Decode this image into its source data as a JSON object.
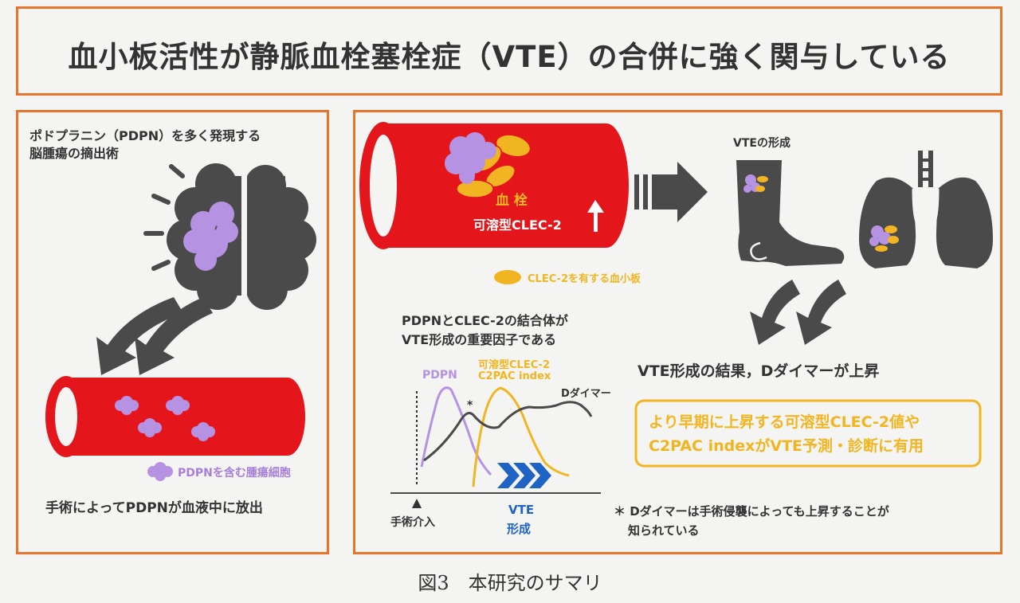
{
  "title": "血小板活性が静脈血栓塞栓症（VTE）の合併に強く関与している",
  "left_panel": {
    "heading_line1": "ポドプラニン（PDPN）を多く発現する",
    "heading_line2": "脳腫瘍の摘出術",
    "legend_cells": "PDPNを含む腫瘍細胞",
    "footer": "手術によってPDPNが血液中に放出"
  },
  "right_panel": {
    "clot_label": "血 栓",
    "soluble_label": "可溶型CLEC-2",
    "platelet_legend": "CLEC-2を有する血小板",
    "vte_formation_title": "VTEの形成",
    "complex_line1": "PDPNとCLEC-2の結合体が",
    "complex_line2": "VTE形成の重要因子である",
    "graph": {
      "pdpn_label": "PDPN",
      "clec_label_line1": "可溶型CLEC-2",
      "clec_label_line2": "C2PAC index",
      "ddimer_label": "Dダイマー",
      "asterisk": "*",
      "surgery_label": "手術介入",
      "vte_label_line1": "VTE",
      "vte_label_line2": "形成"
    },
    "result_text": "VTE形成の結果，Dダイマーが上昇",
    "highlight_line1": "より早期に上昇する可溶型CLEC-2値や",
    "highlight_line2": "C2PAC indexがVTE予測・診断に有用",
    "note_line1": "＊ Dダイマーは手術侵襲によっても上昇することが",
    "note_line2": "知られている"
  },
  "caption": "図3　本研究のサマリ",
  "colors": {
    "frame": "#e8742c",
    "vessel_red": "#e5161b",
    "platelet_yellow": "#f2b522",
    "tumor_purple": "#b593e2",
    "organ_gray": "#4a4a4a",
    "arrow_blue": "#1f63c4"
  }
}
